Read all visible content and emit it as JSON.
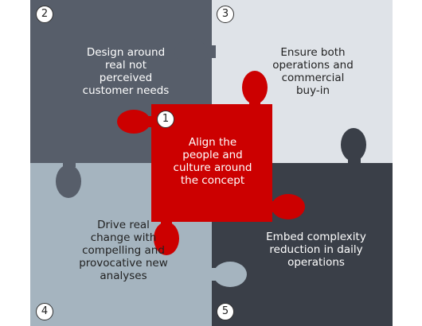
{
  "pieces": [
    {
      "number": "1",
      "text": "Align the people and culture around the concept",
      "lines": [
        "Align the",
        "people and",
        "culture around",
        "the concept"
      ]
    },
    {
      "number": "2",
      "text": "Design around real not perceived customer needs",
      "lines": [
        "Design around",
        "real not",
        "perceived",
        "customer needs"
      ]
    },
    {
      "number": "3",
      "text": "Ensure both operations and commercial buy-in",
      "lines": [
        "Ensure both",
        "operations and",
        "commercial",
        "buy-in"
      ]
    },
    {
      "number": "4",
      "text": "Drive real change with compelling and provocative new analyses",
      "lines": [
        "Drive real",
        "change with",
        "compelling and",
        "provocative new",
        "analyses"
      ]
    },
    {
      "number": "5",
      "text": "Embed complexity reduction in daily operations",
      "lines": [
        "Embed complexity",
        "reduction in daily",
        "operations"
      ]
    }
  ],
  "colors": {
    "center": "#cc0000",
    "top_left": "#575e6a",
    "top_right": "#dfe3e8",
    "bottom_left": "#a5b4bf",
    "bottom_right": "#3a3f48"
  }
}
